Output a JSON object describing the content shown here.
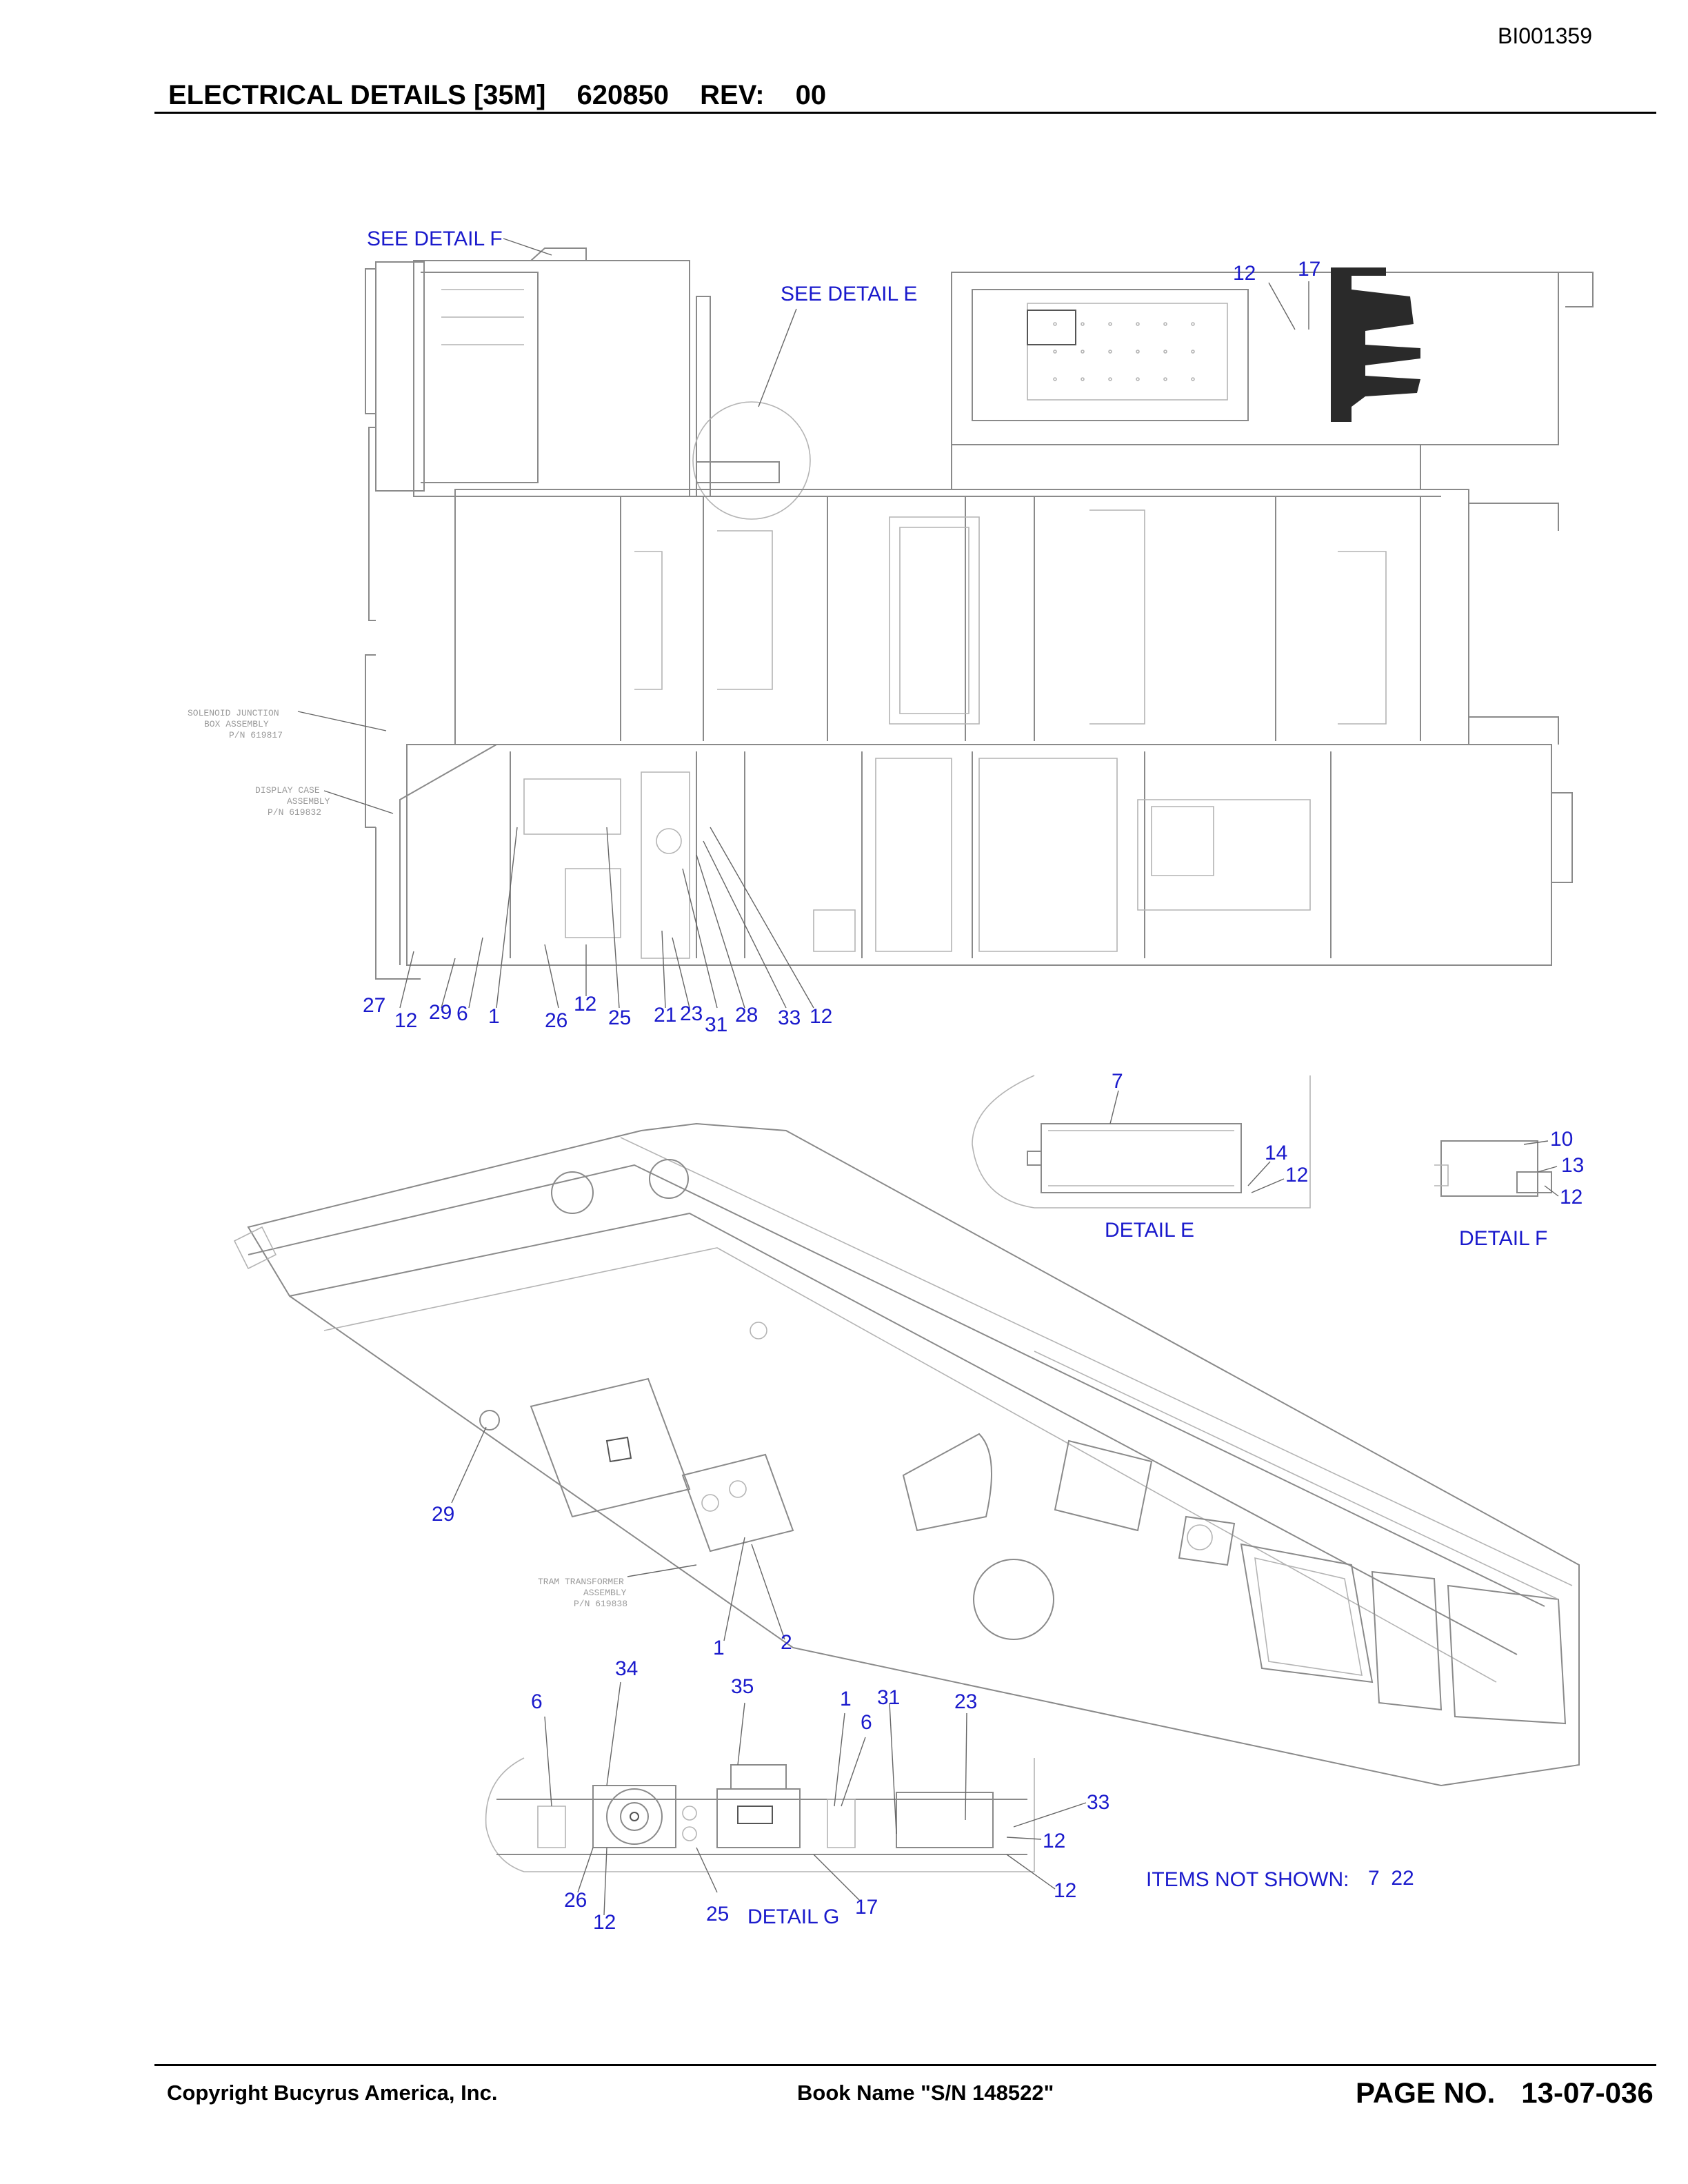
{
  "header": {
    "doc_code": "BI001359",
    "title": "ELECTRICAL DETAILS [35M]",
    "part_number": "620850",
    "rev_label": "REV:",
    "rev_value": "00"
  },
  "footer": {
    "copyright": "Copyright Bucyrus America, Inc.",
    "book_name": "Book Name \"S/N 148522\"",
    "page_label": "PAGE NO.",
    "page_value": "13-07-036"
  },
  "diagram": {
    "callouts": {
      "see_detail_f": "SEE DETAIL F",
      "see_detail_e": "SEE DETAIL E",
      "detail_e": "DETAIL E",
      "detail_f": "DETAIL F",
      "detail_g": "DETAIL G",
      "items_not_shown": "ITEMS NOT SHOWN:",
      "items_not_shown_values": "7  22"
    },
    "faded_notes": {
      "solenoid_1": "SOLENOID JUNCTION",
      "solenoid_2": "BOX ASSEMBLY",
      "solenoid_3": "P/N 619817",
      "display_1": "DISPLAY CASE",
      "display_2": "ASSEMBLY",
      "display_3": "P/N 619832",
      "tram_1": "TRAM TRANSFORMER",
      "tram_2": "ASSEMBLY",
      "tram_3": "P/N 619838"
    },
    "top_view_items": [
      "12",
      "17",
      "27",
      "12",
      "29",
      "6",
      "1",
      "26",
      "12",
      "25",
      "21",
      "23",
      "31",
      "28",
      "33",
      "12"
    ],
    "detail_e_items": [
      "7",
      "14",
      "12"
    ],
    "detail_f_items": [
      "10",
      "13",
      "12"
    ],
    "iso_view_items": [
      "29",
      "1",
      "2"
    ],
    "detail_g_items": [
      "34",
      "6",
      "35",
      "1",
      "31",
      "6",
      "23",
      "33",
      "12",
      "12",
      "26",
      "12",
      "25",
      "17"
    ]
  }
}
